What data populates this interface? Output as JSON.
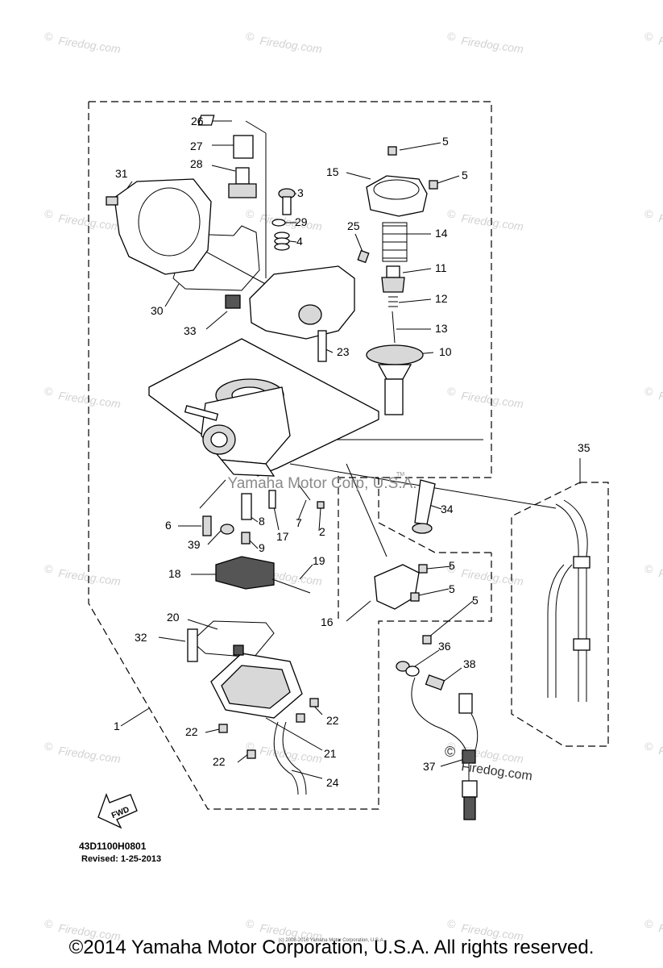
{
  "watermark": {
    "text": "Firedog.com",
    "mark": "©"
  },
  "center_watermark": "Yamaha Motor Corp, U.S.A.",
  "center_watermark_mark": "TM",
  "firedog_large": "Firedog.com",
  "callouts": [
    "1",
    "2",
    "3",
    "4",
    "5",
    "5",
    "5",
    "5",
    "5",
    "6",
    "7",
    "8",
    "9",
    "10",
    "11",
    "12",
    "13",
    "14",
    "15",
    "16",
    "17",
    "18",
    "19",
    "20",
    "21",
    "22",
    "22",
    "22",
    "22",
    "23",
    "24",
    "25",
    "26",
    "27",
    "28",
    "29",
    "30",
    "31",
    "32",
    "33",
    "34",
    "35",
    "36",
    "37",
    "38",
    "39"
  ],
  "fwd_label": "FWD",
  "diagram_code": "43D1100H0801",
  "revised": "Revised: 1-25-2013",
  "tiny_copyright": "(c) 2008-2016 Yamaha Motor Corporation, U.S.A.",
  "copyright": "©2014 Yamaha Motor Corporation, U.S.A. All rights reserved.",
  "colors": {
    "line": "#000000",
    "watermark": "#d2d2d2",
    "background": "#ffffff"
  }
}
